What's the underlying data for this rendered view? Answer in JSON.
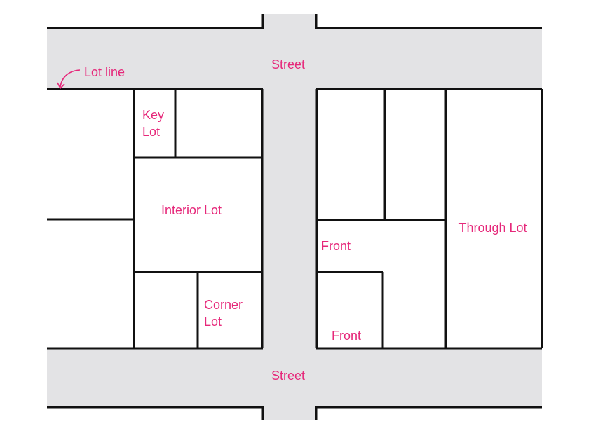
{
  "colors": {
    "label": "#e6287a",
    "line": "#111111",
    "street": "#e3e3e5",
    "background": "#ffffff"
  },
  "labels": {
    "street_top": "Street",
    "street_bottom": "Street",
    "lot_line": "Lot line",
    "key_lot": [
      "Key",
      "Lot"
    ],
    "interior_lot": "Interior Lot",
    "corner_lot": [
      "Corner",
      "Lot"
    ],
    "through_lot": "Through Lot",
    "front_upper": "Front",
    "front_lower": "Front"
  }
}
